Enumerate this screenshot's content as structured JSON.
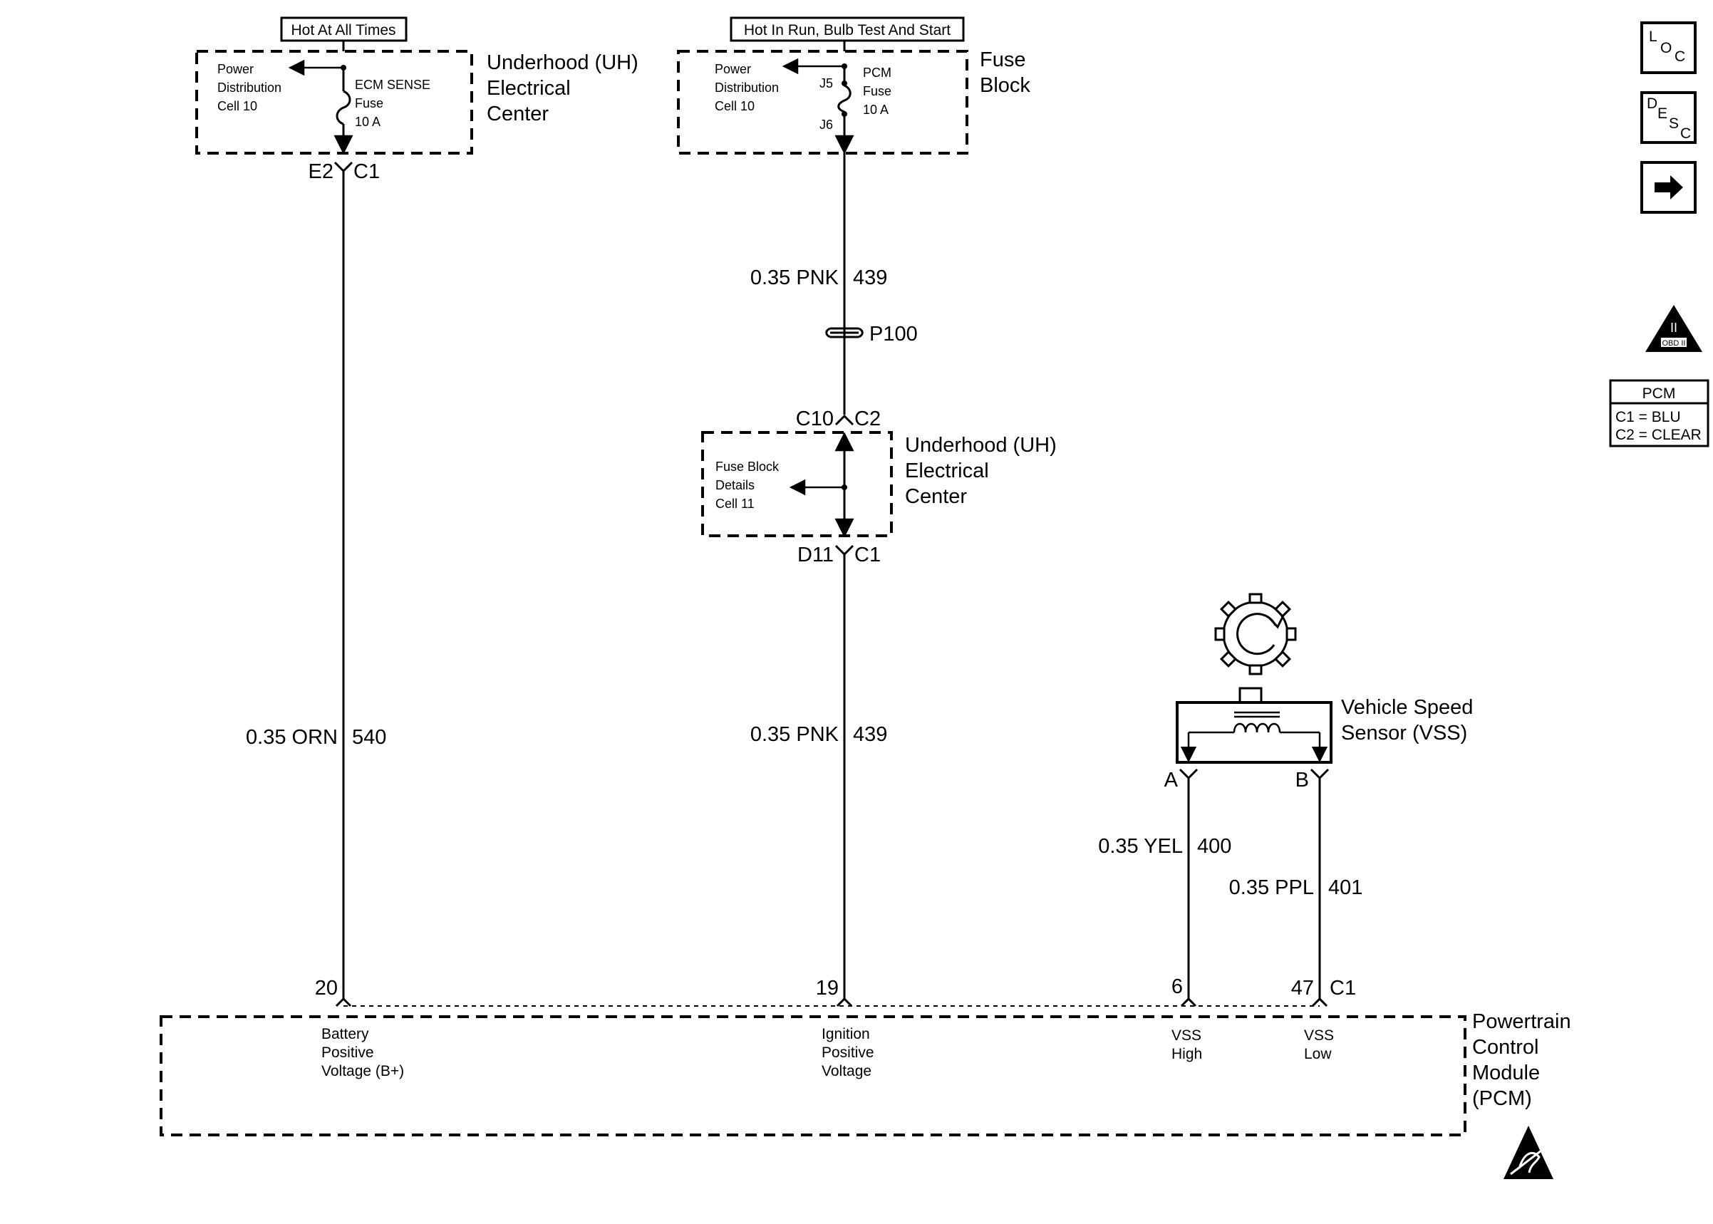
{
  "uh_left": {
    "hot_label": "Hot At All Times",
    "power_dist": [
      "Power",
      "Distribution",
      "Cell 10"
    ],
    "fuse": [
      "ECM SENSE",
      "Fuse",
      "10 A"
    ],
    "box_title": [
      "Underhood (UH)",
      "Electrical",
      "Center"
    ],
    "connector_left": "E2",
    "connector_right": "C1"
  },
  "fuse_block": {
    "hot_label": "Hot In Run, Bulb Test And Start",
    "power_dist": [
      "Power",
      "Distribution",
      "Cell 10"
    ],
    "fuse": [
      "PCM",
      "Fuse",
      "10 A"
    ],
    "pin_top": "J5",
    "pin_bottom": "J6",
    "box_title": [
      "Fuse",
      "Block"
    ]
  },
  "uh_mid": {
    "details": [
      "Fuse Block",
      "Details",
      "Cell 11"
    ],
    "box_title": [
      "Underhood (UH)",
      "Electrical",
      "Center"
    ],
    "conn_top_left": "C10",
    "conn_top_right": "C2",
    "conn_bottom_left": "D11",
    "conn_bottom_right": "C1"
  },
  "wires": {
    "w540": {
      "gauge_color": "0.35 ORN",
      "circuit": "540"
    },
    "w439_upper": {
      "gauge_color": "0.35 PNK",
      "circuit": "439"
    },
    "w439_lower": {
      "gauge_color": "0.35 PNK",
      "circuit": "439"
    },
    "w400": {
      "gauge_color": "0.35 YEL",
      "circuit": "400"
    },
    "w401": {
      "gauge_color": "0.35 PPL",
      "circuit": "401"
    }
  },
  "splice": {
    "label": "P100"
  },
  "vss": {
    "title": [
      "Vehicle Speed",
      "Sensor (VSS)"
    ],
    "pin_a": "A",
    "pin_b": "B"
  },
  "pcm": {
    "title": [
      "Powertrain",
      "Control",
      "Module",
      "(PCM)"
    ],
    "pins": {
      "p20": "20",
      "p19": "19",
      "p6": "6",
      "p47": "47",
      "conn": "C1"
    },
    "inputs": {
      "battery": [
        "Battery",
        "Positive",
        "Voltage (B+)"
      ],
      "ignition": [
        "Ignition",
        "Positive",
        "Voltage"
      ],
      "vss_high": [
        "VSS",
        "High"
      ],
      "vss_low": [
        "VSS",
        "Low"
      ]
    }
  },
  "side_icons": {
    "loc": {
      "l": "L",
      "o": "O",
      "c": "C"
    },
    "desc": {
      "d": "D",
      "e": "E",
      "s": "S",
      "c": "C"
    },
    "obd": {
      "roman": "II",
      "label": "OBD II"
    },
    "pcm_legend": {
      "title": "PCM",
      "row1": "C1 = BLU",
      "row2": "C2 = CLEAR"
    }
  }
}
